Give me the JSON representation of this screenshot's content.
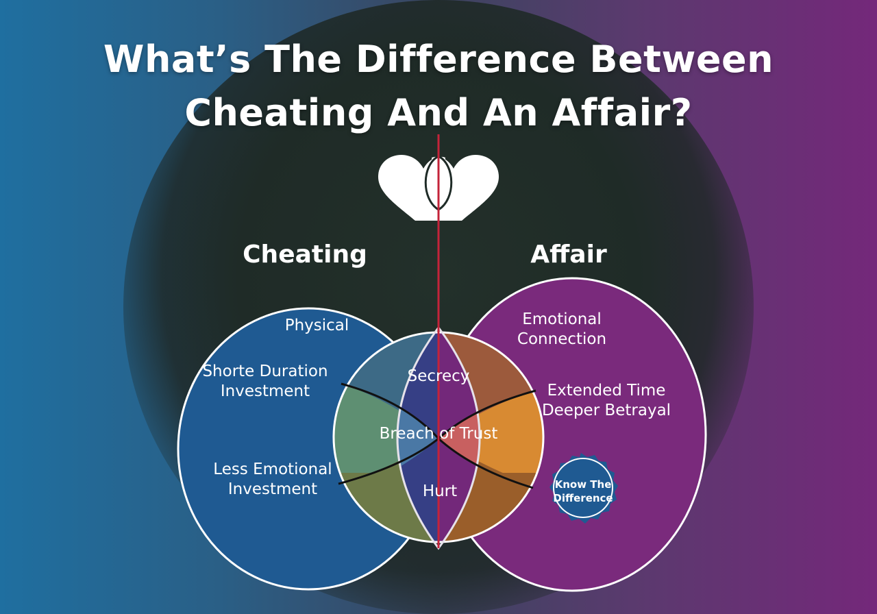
{
  "title": {
    "line1": "What’s The Difference Between",
    "line2": "Cheating And An Affair?"
  },
  "sets": {
    "left": {
      "name": "Cheating",
      "color": "#1f5a92",
      "items": [
        {
          "line1": "Physical",
          "line2": ""
        },
        {
          "line1": "Shorte Duration",
          "line2": "Investment"
        },
        {
          "line1": "Less Emotional",
          "line2": "Investment"
        }
      ]
    },
    "right": {
      "name": "Affair",
      "color": "#7a2a7c",
      "items": [
        {
          "line1": "Emotional",
          "line2": "Connection"
        },
        {
          "line1": "Extended Time",
          "line2": "Deeper Betrayal"
        }
      ]
    }
  },
  "overlap": {
    "items": [
      "Secrecy",
      "Breach of Trust",
      "Hurt"
    ]
  },
  "badge": {
    "line1": "Know The",
    "line2": "Difference"
  },
  "icons": {
    "hearts": "two-overlapping-hearts-icon",
    "divider": "red-vertical-divider"
  },
  "colors": {
    "background_left": "#1f6fa0",
    "background_right": "#74287a",
    "vignette": "#1f2b27",
    "cheating_circle": "#1f5a92",
    "affair_circle": "#7a2a7c",
    "divider_red": "#c4233a",
    "left_band_top": "#3d6a86",
    "left_band_mid": "#5e8f72",
    "left_band_bottom": "#6d7a48",
    "right_band_top": "#9c5a3c",
    "right_band_mid": "#d88a32",
    "right_band_bottom": "#9a5e2a",
    "lens_left": "#363f85",
    "lens_right": "#73287a",
    "breach_left": "#4a78a5",
    "breach_right": "#c86060",
    "badge": "#1f5a92"
  }
}
